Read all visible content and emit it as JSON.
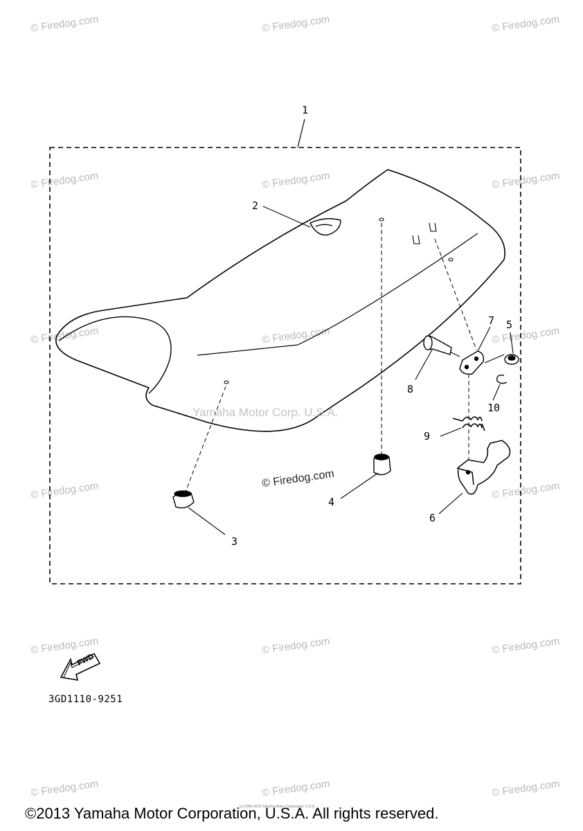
{
  "watermarks": {
    "site": "© Firedog.com",
    "center_text": "Yamaha Motor Corp. U.S.A.",
    "inline_text": "© Firedog.com"
  },
  "callouts": {
    "c1": "1",
    "c2": "2",
    "c3": "3",
    "c4": "4",
    "c5": "5",
    "c6": "6",
    "c7": "7",
    "c8": "8",
    "c9": "9",
    "c10": "10"
  },
  "fwd_label": "FWD",
  "part_code": "3GD1110-9251",
  "copyright": "©2013 Yamaha Motor Corporation, U.S.A. All rights reserved.",
  "tiny_note": "(c) 2005-2013 Yamaha Motor Corporation, U.S.A."
}
